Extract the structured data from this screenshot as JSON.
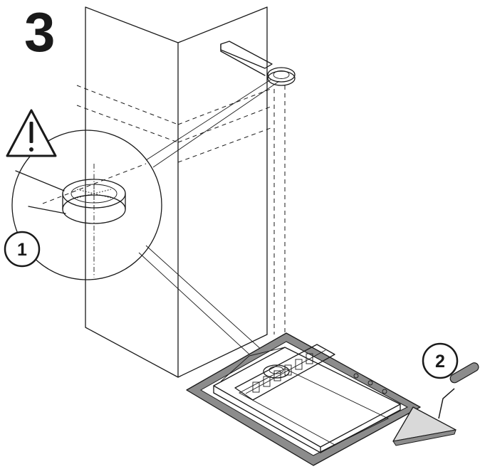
{
  "step": {
    "number": "3"
  },
  "callouts": [
    {
      "label": "1"
    },
    {
      "label": "2"
    }
  ],
  "icons": {
    "warning": "warning-triangle-icon",
    "trowel": "trowel-icon",
    "base_frame": "mounting-base-frame",
    "column": "masonry-column",
    "ring": "ring-socket"
  },
  "colors": {
    "line": "#1a1a1a",
    "gray_fill": "#8c8c8c",
    "light_fill": "#d9d9d9",
    "background": "#ffffff"
  }
}
